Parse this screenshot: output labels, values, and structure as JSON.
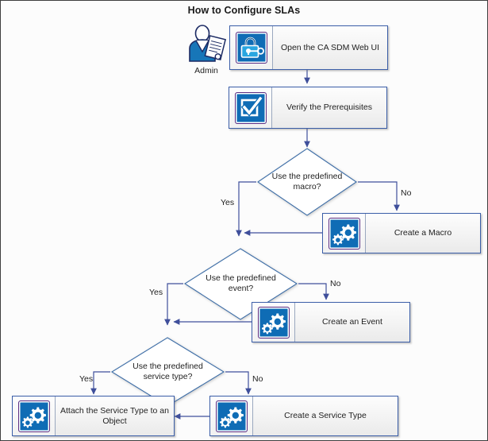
{
  "diagram": {
    "title": "How to Configure SLAs",
    "colors": {
      "icon_tile_blue": "#0f6cb5",
      "icon_tile_border": "#5b2d82",
      "box_border": "#3b5ea8",
      "connector": "#3f4f9b",
      "diamond_border": "#3f6fa8",
      "canvas_border": "#3f3f3f",
      "canvas_background": "#fcfcfc"
    },
    "actor": {
      "name": "admin-actor",
      "caption": "Admin",
      "icon": "person-with-clipboard-icon"
    },
    "steps": [
      {
        "id": "open-web-ui",
        "label": "Open the CA SDM Web UI",
        "icon": "padlock-key-icon"
      },
      {
        "id": "verify-prerequisites",
        "label": "Verify the Prerequisites",
        "icon": "checkbox-check-icon"
      },
      {
        "id": "create-macro",
        "label": "Create a Macro",
        "icon": "gears-icon"
      },
      {
        "id": "create-event",
        "label": "Create an Event",
        "icon": "gears-icon"
      },
      {
        "id": "create-service-type",
        "label": "Create a Service Type",
        "icon": "gears-icon"
      },
      {
        "id": "attach-service-type",
        "label": "Attach the Service Type to an Object",
        "icon": "gears-icon"
      }
    ],
    "decisions": [
      {
        "id": "predefined-macro",
        "line1": "Use the predefined",
        "line2": "macro?",
        "yes": "Yes",
        "no": "No"
      },
      {
        "id": "predefined-event",
        "line1": "Use the predefined",
        "line2": "event?",
        "yes": "Yes",
        "no": "No"
      },
      {
        "id": "predefined-service-type",
        "line1": "Use the predefined",
        "line2": "service type?",
        "yes": "Yes",
        "no": "No"
      }
    ]
  }
}
